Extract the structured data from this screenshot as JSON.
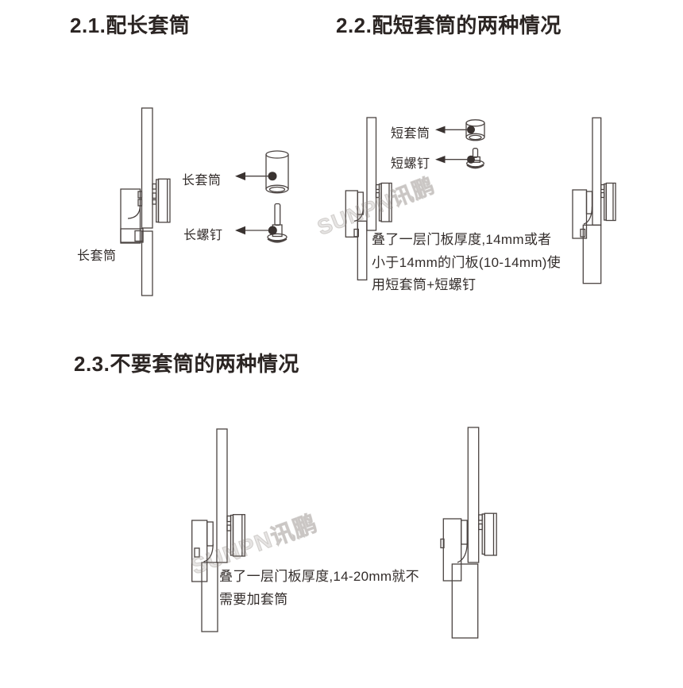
{
  "colors": {
    "line": "#4b4442",
    "text": "#332d2b",
    "heading": "#2b2523",
    "background": "#ffffff"
  },
  "section21": {
    "heading": "2.1.配长套筒",
    "label_long_sleeve": "长套筒",
    "label_long_screw": "长螺钉",
    "label_installed_sleeve": "长套筒"
  },
  "section22": {
    "heading": "2.2.配短套筒的两种情况",
    "label_short_sleeve": "短套筒",
    "label_short_screw": "短螺钉",
    "note_lines": [
      "叠了一层门板厚度,14mm或者",
      "小于14mm的门板(10-14mm)使",
      "用短套筒+短螺钉"
    ]
  },
  "section23": {
    "heading": "2.3.不要套筒的两种情况",
    "note_lines": [
      "叠了一层门板厚度,14-20mm就不",
      "需要加套筒"
    ]
  },
  "watermark": {
    "text": "SUNPN讯鹏"
  },
  "icons": {
    "long_sleeve": "long-sleeve-cylinder",
    "long_screw": "long-screw",
    "short_sleeve": "short-sleeve-cylinder",
    "short_screw": "short-screw",
    "arrow": "arrow-left"
  }
}
